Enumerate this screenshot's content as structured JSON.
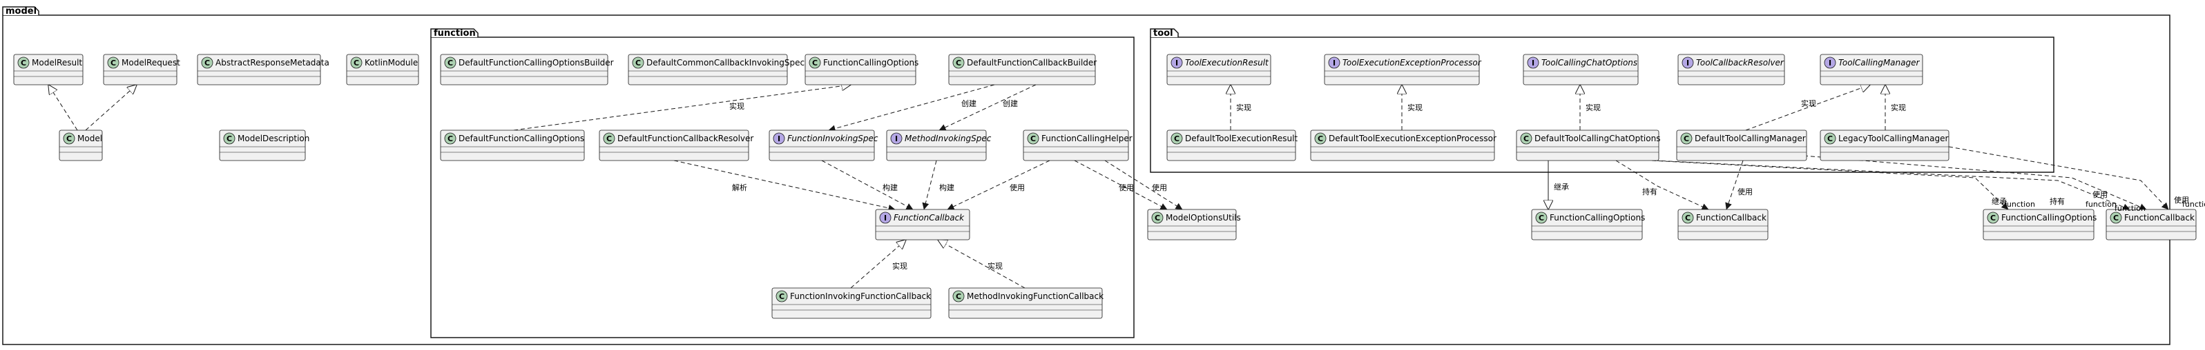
{
  "packages": [
    {
      "id": "model",
      "label": "model"
    },
    {
      "id": "function",
      "label": "function"
    },
    {
      "id": "tool",
      "label": "tool"
    }
  ],
  "classes": [
    {
      "id": "ModelResult",
      "label": "ModelResult",
      "kind": "class"
    },
    {
      "id": "ModelRequest",
      "label": "ModelRequest",
      "kind": "class"
    },
    {
      "id": "AbstractResponseMetadata",
      "label": "AbstractResponseMetadata",
      "kind": "class"
    },
    {
      "id": "KotlinModule",
      "label": "KotlinModule",
      "kind": "class"
    },
    {
      "id": "Model",
      "label": "Model",
      "kind": "class"
    },
    {
      "id": "ModelDescription",
      "label": "ModelDescription",
      "kind": "class"
    },
    {
      "id": "ModelOptionsUtils",
      "label": "ModelOptionsUtils",
      "kind": "class"
    },
    {
      "id": "DefaultFunctionCallingOptionsBuilder",
      "label": "DefaultFunctionCallingOptionsBuilder",
      "kind": "class"
    },
    {
      "id": "DefaultCommonCallbackInvokingSpec",
      "label": "DefaultCommonCallbackInvokingSpec",
      "kind": "class"
    },
    {
      "id": "FunctionCallingOptions",
      "label": "FunctionCallingOptions",
      "kind": "class"
    },
    {
      "id": "DefaultFunctionCallbackBuilder",
      "label": "DefaultFunctionCallbackBuilder",
      "kind": "class"
    },
    {
      "id": "DefaultFunctionCallingOptions",
      "label": "DefaultFunctionCallingOptions",
      "kind": "class"
    },
    {
      "id": "DefaultFunctionCallbackResolver",
      "label": "DefaultFunctionCallbackResolver",
      "kind": "class"
    },
    {
      "id": "FunctionInvokingSpec",
      "label": "FunctionInvokingSpec",
      "kind": "interface"
    },
    {
      "id": "MethodInvokingSpec",
      "label": "MethodInvokingSpec",
      "kind": "interface"
    },
    {
      "id": "FunctionCallingHelper",
      "label": "FunctionCallingHelper",
      "kind": "class"
    },
    {
      "id": "FunctionCallback",
      "label": "FunctionCallback",
      "kind": "interface"
    },
    {
      "id": "FunctionInvokingFunctionCallback",
      "label": "FunctionInvokingFunctionCallback",
      "kind": "class"
    },
    {
      "id": "MethodInvokingFunctionCallback",
      "label": "MethodInvokingFunctionCallback",
      "kind": "class"
    },
    {
      "id": "ToolExecutionResult",
      "label": "ToolExecutionResult",
      "kind": "interface"
    },
    {
      "id": "ToolExecutionExceptionProcessor",
      "label": "ToolExecutionExceptionProcessor",
      "kind": "interface"
    },
    {
      "id": "ToolCallingChatOptions",
      "label": "ToolCallingChatOptions",
      "kind": "interface"
    },
    {
      "id": "ToolCallbackResolver",
      "label": "ToolCallbackResolver",
      "kind": "interface"
    },
    {
      "id": "ToolCallingManager",
      "label": "ToolCallingManager",
      "kind": "interface"
    },
    {
      "id": "DefaultToolExecutionResult",
      "label": "DefaultToolExecutionResult",
      "kind": "class"
    },
    {
      "id": "DefaultToolExecutionExceptionProcessor",
      "label": "DefaultToolExecutionExceptionProcessor",
      "kind": "class"
    },
    {
      "id": "DefaultToolCallingChatOptions",
      "label": "DefaultToolCallingChatOptions",
      "kind": "class"
    },
    {
      "id": "DefaultToolCallingManager",
      "label": "DefaultToolCallingManager",
      "kind": "class"
    },
    {
      "id": "LegacyToolCallingManager",
      "label": "LegacyToolCallingManager",
      "kind": "class"
    },
    {
      "id": "ToolFunctionCallingOptions",
      "label": "FunctionCallingOptions",
      "kind": "class"
    },
    {
      "id": "ToolFunctionCallback",
      "label": "FunctionCallback",
      "kind": "class"
    },
    {
      "id": "ExtFunctionCallingOptions",
      "label": "FunctionCallingOptions",
      "kind": "class"
    },
    {
      "id": "ExtFunctionCallback",
      "label": "FunctionCallback",
      "kind": "class"
    }
  ],
  "relations": [
    {
      "id": "r1",
      "from": "Model",
      "to": "ModelResult",
      "kind": "realization",
      "label": ""
    },
    {
      "id": "r2",
      "from": "Model",
      "to": "ModelRequest",
      "kind": "realization",
      "label": ""
    },
    {
      "id": "r3",
      "from": "DefaultFunctionCallingOptions",
      "to": "FunctionCallingOptions",
      "kind": "realization",
      "label": "实现"
    },
    {
      "id": "r4",
      "from": "DefaultFunctionCallbackBuilder",
      "to": "FunctionInvokingSpec",
      "kind": "dependency",
      "label": "创建"
    },
    {
      "id": "r5",
      "from": "DefaultFunctionCallbackBuilder",
      "to": "MethodInvokingSpec",
      "kind": "dependency",
      "label": "创建"
    },
    {
      "id": "r6",
      "from": "DefaultFunctionCallbackResolver",
      "to": "FunctionCallback",
      "kind": "dependency",
      "label": "解析"
    },
    {
      "id": "r7",
      "from": "FunctionInvokingSpec",
      "to": "FunctionCallback",
      "kind": "dependency",
      "label": "构建"
    },
    {
      "id": "r8",
      "from": "MethodInvokingSpec",
      "to": "FunctionCallback",
      "kind": "dependency",
      "label": "构建"
    },
    {
      "id": "r9",
      "from": "FunctionCallingHelper",
      "to": "FunctionCallback",
      "kind": "dependency",
      "label": "使用"
    },
    {
      "id": "r10",
      "from": "FunctionCallingHelper",
      "to": "ModelOptionsUtils",
      "kind": "dependency",
      "label": "使用"
    },
    {
      "id": "r11",
      "from": "FunctionCallingHelper",
      "to": "ModelOptionsUtils",
      "kind": "dependency",
      "label": "使用"
    },
    {
      "id": "r12",
      "from": "FunctionInvokingFunctionCallback",
      "to": "FunctionCallback",
      "kind": "realization",
      "label": "实现"
    },
    {
      "id": "r13",
      "from": "MethodInvokingFunctionCallback",
      "to": "FunctionCallback",
      "kind": "realization",
      "label": "实现"
    },
    {
      "id": "r14",
      "from": "DefaultToolExecutionResult",
      "to": "ToolExecutionResult",
      "kind": "realization",
      "label": "实现"
    },
    {
      "id": "r15",
      "from": "DefaultToolExecutionExceptionProcessor",
      "to": "ToolExecutionExceptionProcessor",
      "kind": "realization",
      "label": "实现"
    },
    {
      "id": "r16",
      "from": "DefaultToolCallingChatOptions",
      "to": "ToolCallingChatOptions",
      "kind": "realization",
      "label": "实现"
    },
    {
      "id": "r17",
      "from": "DefaultToolCallingManager",
      "to": "ToolCallingManager",
      "kind": "realization",
      "label": "实现"
    },
    {
      "id": "r18",
      "from": "LegacyToolCallingManager",
      "to": "ToolCallingManager",
      "kind": "realization",
      "label": "实现"
    },
    {
      "id": "r19",
      "from": "DefaultToolCallingChatOptions",
      "to": "ToolFunctionCallingOptions",
      "kind": "generalization",
      "label": "继承"
    },
    {
      "id": "r20",
      "from": "DefaultToolCallingChatOptions",
      "to": "ToolFunctionCallback",
      "kind": "dependency",
      "label": "持有"
    },
    {
      "id": "r21",
      "from": "DefaultToolCallingManager",
      "to": "ToolFunctionCallback",
      "kind": "dependency",
      "label": "使用"
    },
    {
      "id": "r22",
      "from": "DefaultToolCallingChatOptions",
      "to": "ExtFunctionCallingOptions",
      "kind": "dependency",
      "label": "继承"
    },
    {
      "id": "r23",
      "from": "DefaultToolCallingChatOptions",
      "to": "ExtFunctionCallback",
      "kind": "dependency",
      "label": "持有"
    },
    {
      "id": "r24",
      "from": "DefaultToolCallingManager",
      "to": "ExtFunctionCallback",
      "kind": "dependency",
      "label": "使用"
    },
    {
      "id": "r25",
      "from": "LegacyToolCallingManager",
      "to": "ExtFunctionCallback",
      "kind": "dependency",
      "label": "使用"
    }
  ],
  "end_labels": [
    "function",
    "function",
    "function",
    "function"
  ]
}
